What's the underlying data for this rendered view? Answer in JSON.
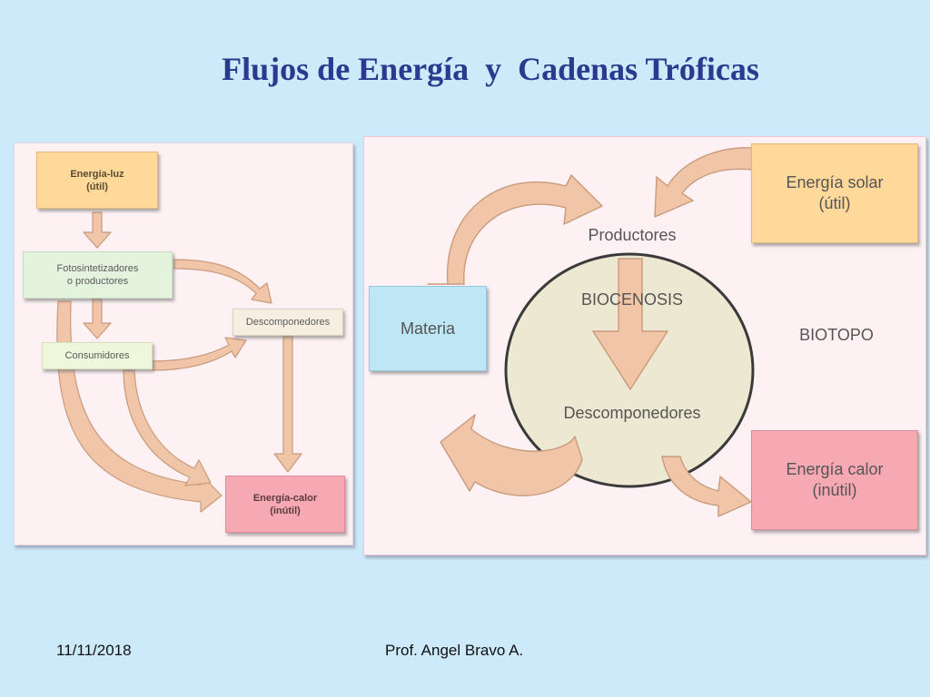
{
  "slide": {
    "title": "Flujos de Energía  y  Cadenas Tróficas",
    "date": "11/11/2018",
    "author": "Prof. Angel Bravo A."
  },
  "left_diagram": {
    "energia_luz": "Energía-luz\n(útil)",
    "fotosintetizadores": "Fotosintetizadores\no productores",
    "consumidores": "Consumidores",
    "descomponedores": "Descomponedores",
    "energia_calor": "Energía-calor\n(inútil)"
  },
  "right_diagram": {
    "energia_solar": "Energía solar\n(útil)",
    "materia": "Materia",
    "productores": "Productores",
    "biocenosis": "BIOCENOSIS",
    "descomponedores": "Descomponedores",
    "biotopo": "BIOTOPO",
    "energia_calor": "Energía calor\n(inútil)"
  },
  "colors": {
    "background": "#cdeafb",
    "title": "#2b3a8f",
    "arrow_fill": "#f1c6a8",
    "arrow_stroke": "#c99a7c",
    "orange_box": "#ffd99a",
    "green_box": "#e3f3de",
    "blue_box": "#bfe6f5",
    "pink_box": "#f6a9b3",
    "circle": "#ece8d2"
  }
}
